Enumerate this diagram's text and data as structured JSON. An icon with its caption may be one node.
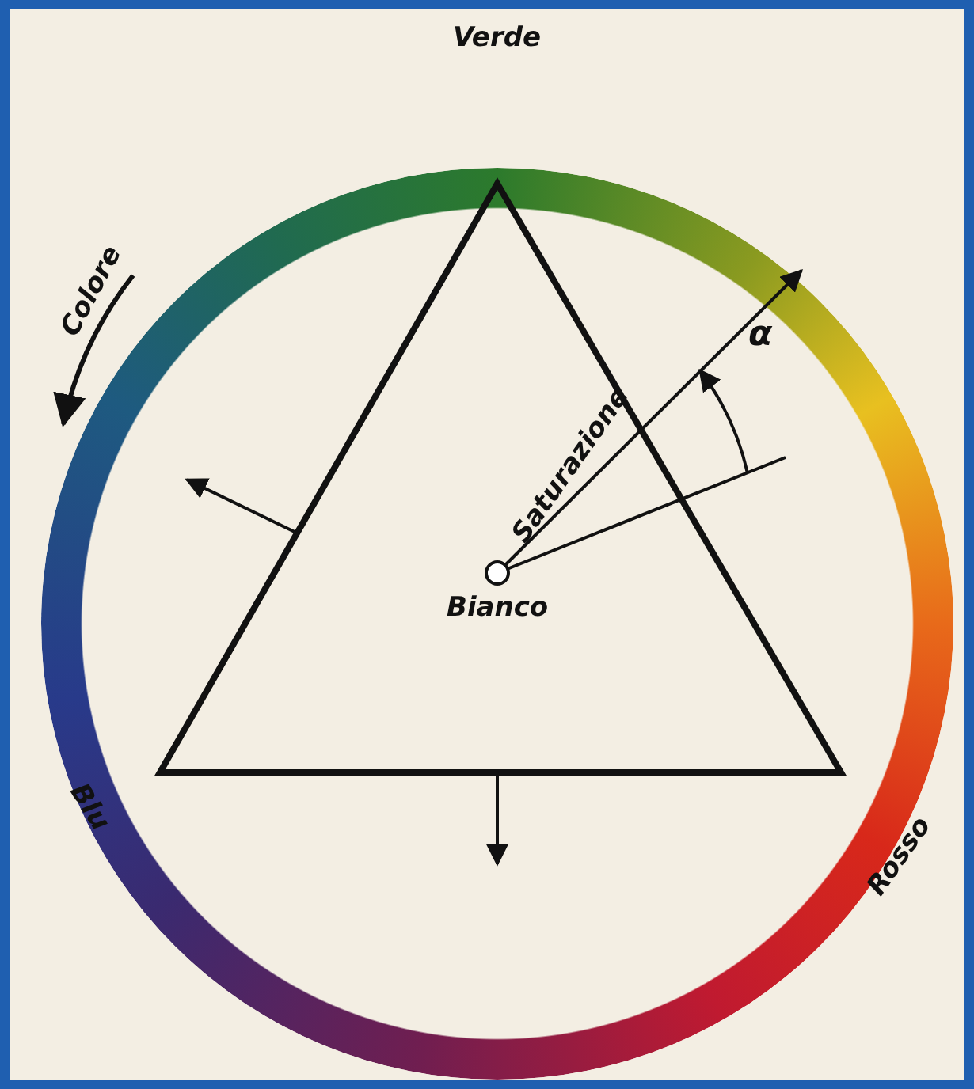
{
  "diagram": {
    "labels": [
      "Verde",
      "Colore",
      "α",
      "Saturazione",
      "Bianco",
      "Blu",
      "Rosso"
    ]
  }
}
